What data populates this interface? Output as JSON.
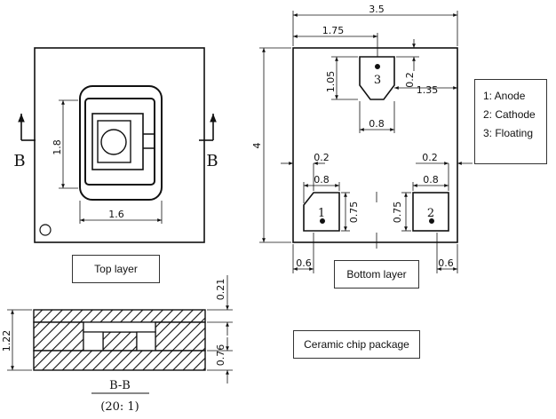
{
  "top_view": {
    "caption": "Top layer",
    "dim_height": "1.8",
    "dim_width": "1.6",
    "section_mark": "B"
  },
  "bottom_view": {
    "caption": "Bottom layer",
    "dim_total_width": "3.5",
    "dim_height": "4",
    "dim_pad3_offset": "1.75",
    "dim_pad3_height": "1.05",
    "dim_pad3_top_gap": "0.2",
    "dim_pad3_right": "1.35",
    "dim_pad3_width": "0.8",
    "dim_gap_left": "0.2",
    "dim_gap_right": "0.2",
    "dim_pad1_width": "0.8",
    "dim_pad2_width": "0.8",
    "dim_pad1_height": "0.75",
    "dim_pad2_height": "0.75",
    "dim_margin_left": "0.6",
    "dim_margin_right": "0.6",
    "pad_labels": [
      "1",
      "2",
      "3"
    ]
  },
  "section_view": {
    "dim_total": "1.22",
    "dim_top": "0.21",
    "dim_bottom": "0.76",
    "title": "B-B",
    "scale": "(20: 1)"
  },
  "legend": {
    "items": [
      "1: Anode",
      "2: Cathode",
      "3: Floating"
    ]
  },
  "package_label": "Ceramic chip package"
}
